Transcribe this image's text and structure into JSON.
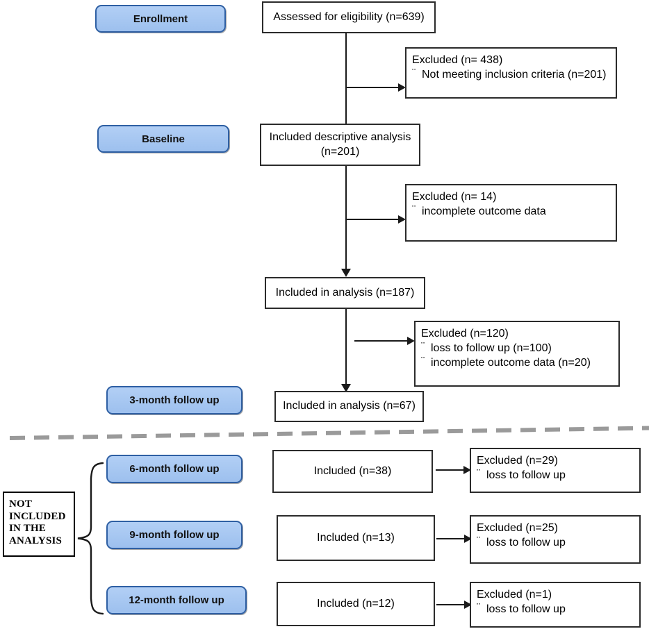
{
  "diagram": {
    "title": "CONSORT-style participant flow diagram",
    "accent_blue": "#a8c8f0",
    "accent_blue_border": "#2e5fa3",
    "box_border": "#2b2b2b",
    "separator_color": "#9a9a9a"
  },
  "stages": {
    "enrollment": "Enrollment",
    "baseline": "Baseline",
    "followup_3": "3-month follow up",
    "followup_6": "6-month follow up",
    "followup_9": "9-month follow up",
    "followup_12": "12-month follow up"
  },
  "flow": {
    "assessed": "Assessed for eligibility (n=639)",
    "included_descriptive_l1": "Included descriptive analysis",
    "included_descriptive_l2": "(n=201)",
    "included_187": "Included in analysis (n=187)",
    "included_67": "Included in analysis (n=67)",
    "included_38": "Included (n=38)",
    "included_13": "Included (n=13)",
    "included_12": "Included (n=12)"
  },
  "exclusions": {
    "excl_438": {
      "heading": "Excluded (n= 438)",
      "items": [
        "Not meeting inclusion criteria (n=201)"
      ]
    },
    "excl_14": {
      "heading": "Excluded (n= 14)",
      "items": [
        "incomplete outcome data"
      ]
    },
    "excl_120": {
      "heading": "Excluded (n=120)",
      "items": [
        "loss to follow up (n=100)",
        "incomplete outcome data (n=20)"
      ]
    },
    "excl_29": {
      "heading": "Excluded (n=29)",
      "items": [
        "loss to follow up"
      ]
    },
    "excl_25": {
      "heading": "Excluded (n=25)",
      "items": [
        "loss to follow up"
      ]
    },
    "excl_1": {
      "heading": "Excluded (n=1)",
      "items": [
        "loss to follow up"
      ]
    }
  },
  "not_included": {
    "line1": "NOT",
    "line2": "INCLUDED",
    "line3": "IN THE",
    "line4": "ANALYSIS"
  },
  "bullet_glyph": "¨"
}
